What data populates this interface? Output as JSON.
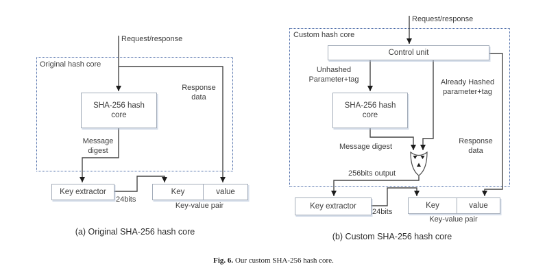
{
  "figure_caption": {
    "label": "Fig. 6.",
    "text": "Our custom SHA-256 hash core."
  },
  "colors": {
    "wire": "#474747",
    "arrowhead": "#1c1c1c",
    "box_border": "#a2abb8",
    "dashed_border": "#3d5fa1",
    "text": "#3c3c3c"
  },
  "icons": {
    "merge_gate": "mux-merge-gate-icon"
  },
  "diagram_a": {
    "caption": "(a) Original SHA-256 hash core",
    "container_label": "Original hash core",
    "input_label": "Request/response",
    "sha_box": "SHA-256 hash\ncore",
    "response_label": "Response\ndata",
    "digest_label": "Message\ndigest",
    "key_extractor": "Key extractor",
    "bits_label": "24bits",
    "kv": {
      "key": "Key",
      "value": "value",
      "caption": "Key-value pair"
    }
  },
  "diagram_b": {
    "caption": "(b) Custom SHA-256 hash core",
    "container_label": "Custom hash core",
    "input_label": "Request/response",
    "control_unit": "Control unit",
    "unhashed_label": "Unhashed\nParameter+tag",
    "already_label": "Already Hashed\nparameter+tag",
    "sha_box": "SHA-256 hash\ncore",
    "digest_label": "Message digest",
    "output_label": "256bits output",
    "response_label": "Response\ndata",
    "key_extractor": "Key extractor",
    "bits_label": "24bits",
    "kv": {
      "key": "Key",
      "value": "value",
      "caption": "Key-value pair"
    }
  }
}
